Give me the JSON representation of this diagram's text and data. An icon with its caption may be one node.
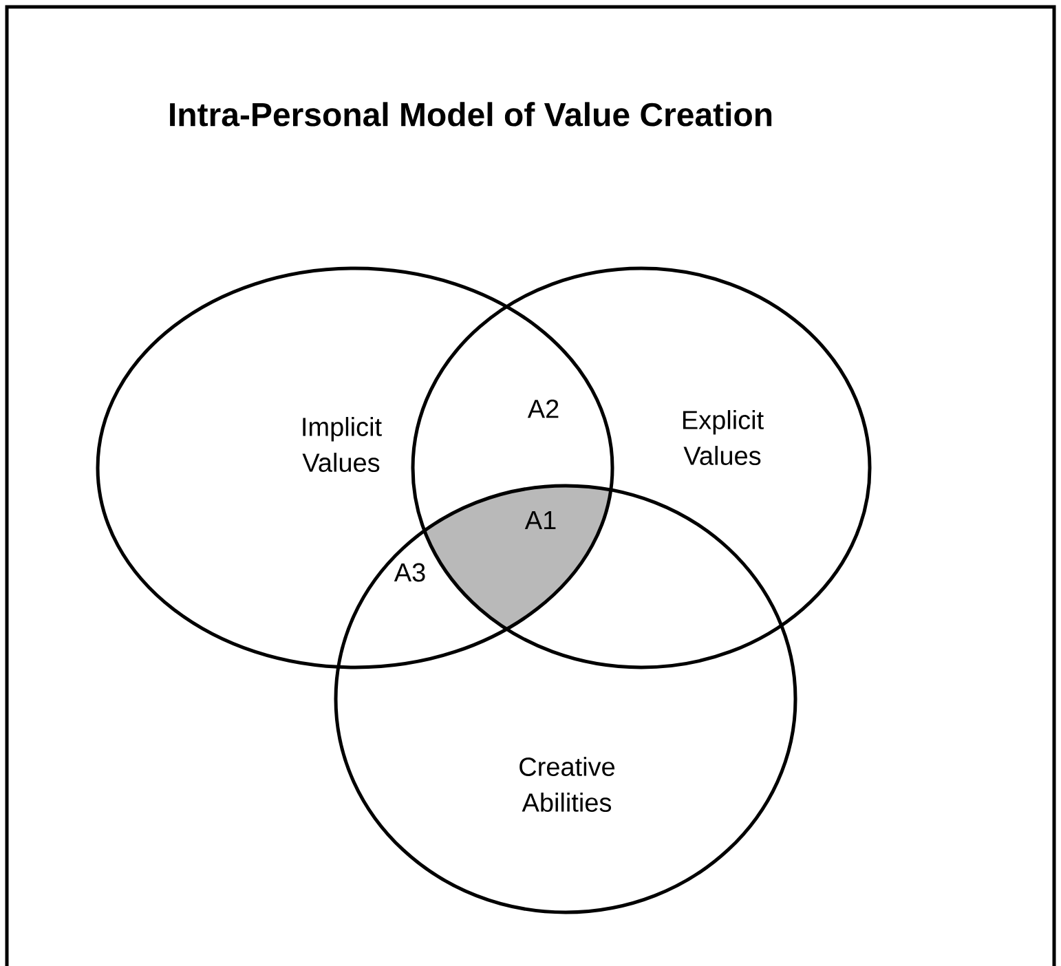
{
  "diagram": {
    "title": "Intra-Personal Model of Value Creation",
    "nodes": [
      {
        "text": [
          "Implicit Values"
        ]
      },
      {
        "text": [
          "Explicit Values"
        ]
      },
      {
        "text": [
          "Creative Abilities"
        ]
      }
    ],
    "labels": [
      "A2",
      "A1",
      "A3"
    ]
  }
}
